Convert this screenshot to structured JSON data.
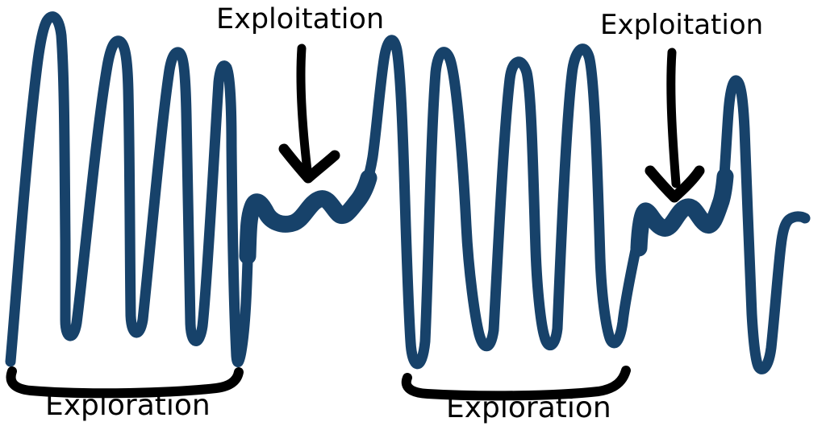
{
  "figure": {
    "type": "hand-drawn-sketch",
    "topic": "exploration-exploitation tradeoff",
    "background": "#ffffff"
  },
  "colors": {
    "curve": "#17426a",
    "annotation": "#000000"
  },
  "annotations": {
    "exploitation_label_1": "Exploitation",
    "exploitation_label_2": "Exploitation",
    "exploration_label_1": "Exploration",
    "exploration_label_2": "Exploration"
  },
  "structure": {
    "exploration_phase_1": "four tall narrow oscillation spikes, left group, spanned by bottom bracket",
    "exploitation_phase_1": "short flat wiggly segment between spike groups, marked by down arrow",
    "exploration_phase_2": "four tall narrow oscillation spikes, right group, spanned by bottom bracket",
    "exploitation_phase_2": "short flat wiggly segment near right side, marked by down arrow",
    "curve_end": "short spike then upward curl tail at far right"
  }
}
